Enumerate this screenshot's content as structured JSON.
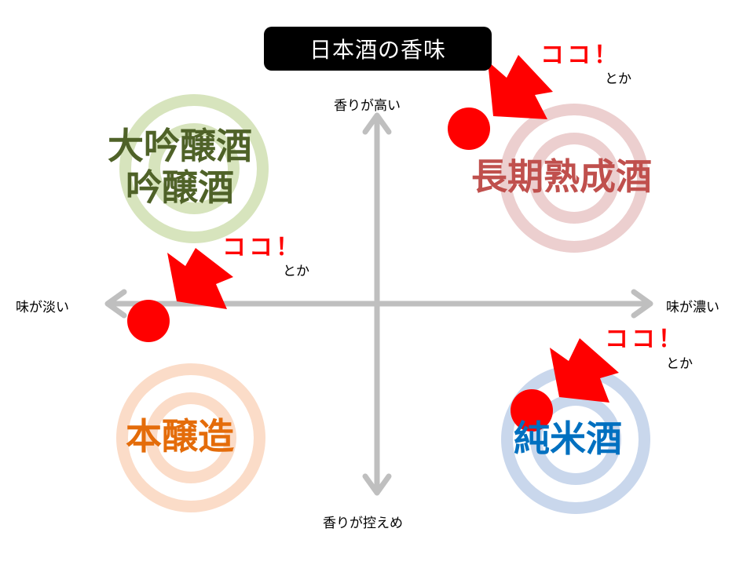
{
  "title": "日本酒の香味",
  "axes": {
    "top": "香りが高い",
    "bottom": "香りが控えめ",
    "left": "味が淡い",
    "right": "味が濃い"
  },
  "categories": {
    "daiginjo": {
      "line1": "大吟醸酒",
      "line2": "吟醸酒"
    },
    "choki": "長期熟成酒",
    "honjozo": "本醸造",
    "junmai": "純米酒"
  },
  "callouts": [
    {
      "koko": "ココ！",
      "toka": "とか"
    },
    {
      "koko": "ココ！",
      "toka": "とか"
    },
    {
      "koko": "ココ！",
      "toka": "とか"
    }
  ],
  "colors": {
    "axis": "#bfbfbf",
    "daiginjo_text": "#4f6228",
    "daiginjo_ring": "#d7e4bd",
    "choki_text": "#c0504d",
    "choki_ring": "#eccfcf",
    "honjozo_text": "#e46c0a",
    "honjozo_ring": "#fbdcc8",
    "junmai_text": "#0070c0",
    "junmai_ring": "#c9d7ec",
    "marker": "#ff0000",
    "arrow": "#ff0000"
  }
}
